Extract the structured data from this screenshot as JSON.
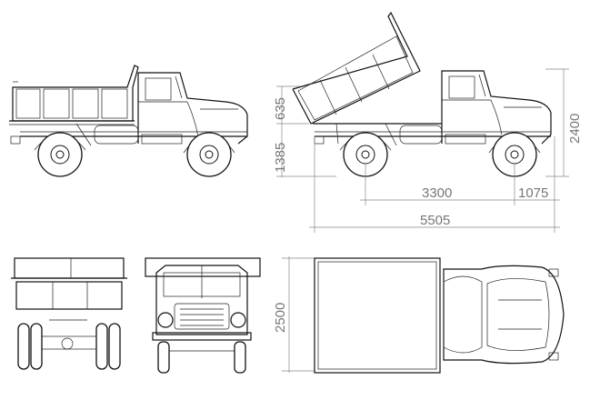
{
  "dimensions": {
    "tipper_height": "635",
    "frame_height": "1385",
    "overall_height": "2400",
    "wheelbase": "3300",
    "front_overhang": "1075",
    "overall_length": "5505",
    "overall_width": "2500"
  },
  "colors": {
    "line": "#111111",
    "dimension": "#888888",
    "background": "#ffffff"
  }
}
